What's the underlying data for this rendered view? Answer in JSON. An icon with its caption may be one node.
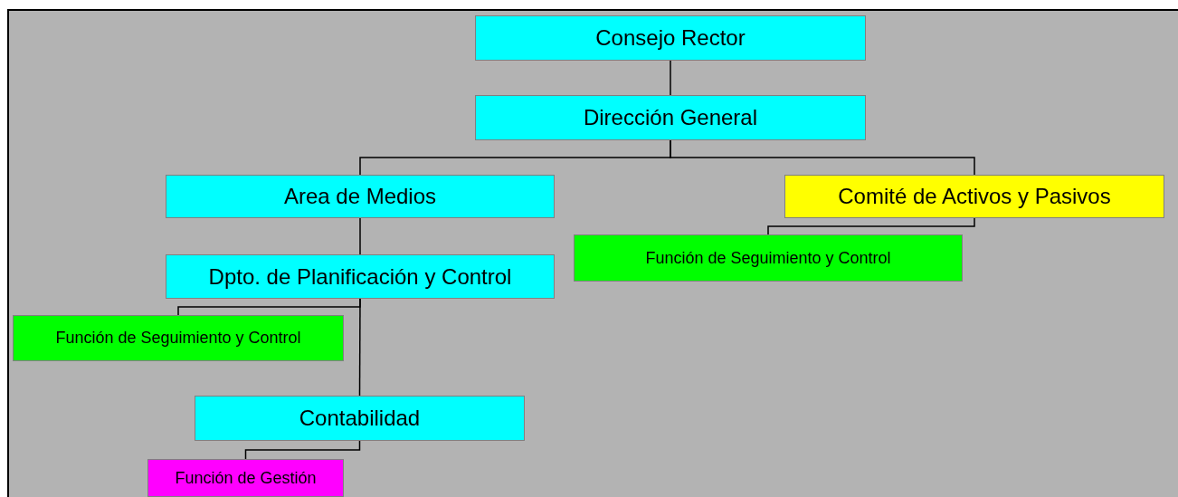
{
  "diagram": {
    "nodes": [
      {
        "text": [
          "Consejo Rector"
        ]
      },
      {
        "text": [
          "Dirección General"
        ]
      },
      {
        "text": [
          "Area de Medios"
        ]
      },
      {
        "text": [
          "Comité de Activos y Pasivos"
        ]
      },
      {
        "text": [
          "Dpto. de Planificación y Control"
        ]
      },
      {
        "text": [
          "Función de Seguimiento y Control"
        ]
      },
      {
        "text": [
          "Función de Seguimiento y Control"
        ]
      },
      {
        "text": [
          "Contabilidad"
        ]
      },
      {
        "text": [
          "Función de Gestión"
        ]
      }
    ],
    "edges": [
      {
        "from": 0,
        "to": 1,
        "arrow": "none"
      },
      {
        "from": 1,
        "to": 2,
        "arrow": "none"
      },
      {
        "from": 1,
        "to": 3,
        "arrow": "none"
      },
      {
        "from": 3,
        "to": 5,
        "arrow": "none"
      },
      {
        "from": 2,
        "to": 4,
        "arrow": "none"
      },
      {
        "from": 4,
        "to": 6,
        "arrow": "none"
      },
      {
        "from": 4,
        "to": 7,
        "arrow": "none"
      },
      {
        "from": 7,
        "to": 8,
        "arrow": "none"
      }
    ]
  }
}
